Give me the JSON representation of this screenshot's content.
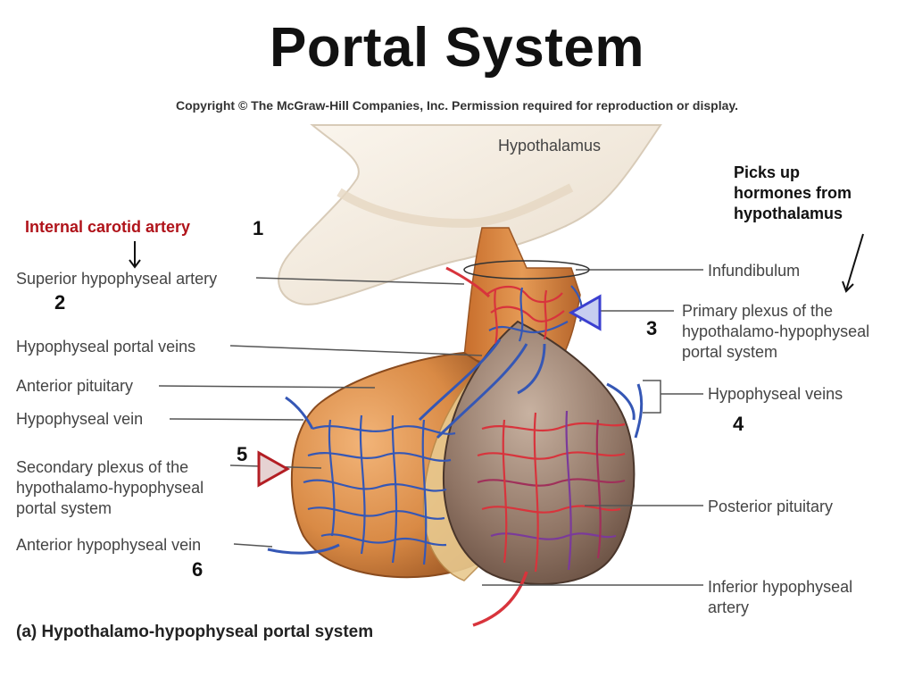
{
  "title": "Portal System",
  "copyright": "Copyright © The McGraw-Hill Companies, Inc. Permission required for reproduction or display.",
  "labels": {
    "hypothalamus": "Hypothalamus",
    "internal_carotid": "Internal carotid artery",
    "superior_hyp_artery": "Superior hypophyseal artery",
    "portal_veins": "Hypophyseal portal veins",
    "anterior_pituitary": "Anterior pituitary",
    "hyp_vein": "Hypophyseal vein",
    "secondary_plexus": [
      "Secondary plexus of the",
      "hypothalamo-hypophyseal",
      "portal system"
    ],
    "anterior_hyp_vein": "Anterior hypophyseal vein",
    "infundibulum": "Infundibulum",
    "primary_plexus": [
      "Primary plexus of the",
      "hypothalamo-hypophyseal",
      "portal system"
    ],
    "hyp_veins": "Hypophyseal veins",
    "posterior_pituitary": "Posterior pituitary",
    "inferior_hyp_artery": [
      "Inferior hypophyseal",
      "artery"
    ],
    "picks_up": [
      "Picks up",
      "hormones from",
      "hypothalamus"
    ]
  },
  "numbers": [
    "1",
    "2",
    "3",
    "4",
    "5",
    "6"
  ],
  "caption": "(a) Hypothalamo-hypophyseal portal system",
  "colors": {
    "artery": "#d8343c",
    "vein": "#3557b5",
    "anterior": "#d98a45",
    "posterior": "#8f7464",
    "marker_blue": "#3b3fd0",
    "marker_red": "#b31e24"
  }
}
